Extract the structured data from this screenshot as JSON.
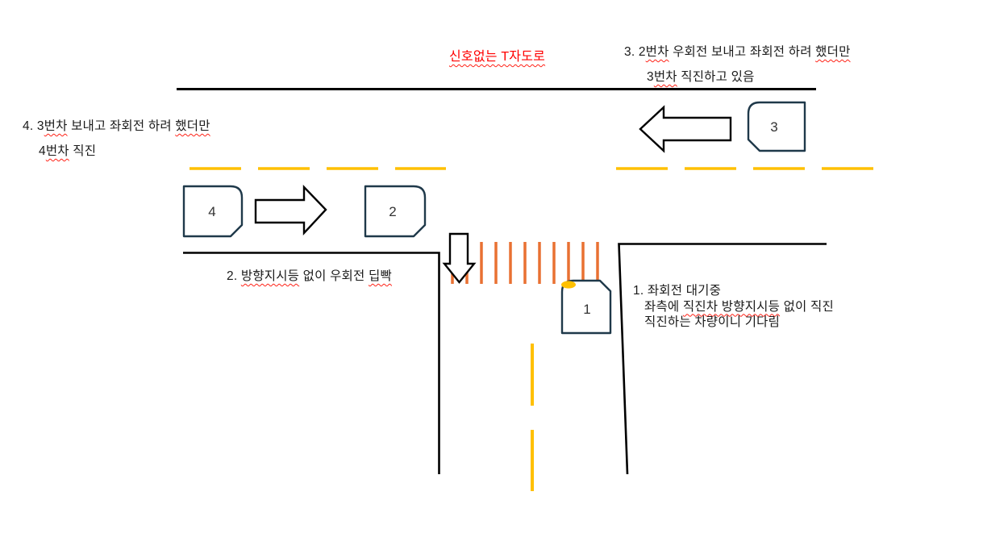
{
  "colors": {
    "road": "#000000",
    "lane": "#ffc000",
    "crosswalk": "#e97132",
    "car_outline": "#1f394a",
    "car_fill": "#ffffff",
    "signal": "#ffc000",
    "title_red": "#ff0000",
    "text": "#1a1a1a",
    "wavy": "#ff2116",
    "bg": "#ffffff"
  },
  "title": {
    "text": "신호없는 T자도로"
  },
  "cars": {
    "c1": "1",
    "c2": "2",
    "c3": "3",
    "c4": "4"
  },
  "notes": {
    "n1": {
      "lines": [
        {
          "segs": [
            {
              "t": "1. 좌회전 대기중"
            }
          ]
        },
        {
          "segs": [
            {
              "t": "좌측에 "
            },
            {
              "t": "직진차 방향지시등",
              "w": true
            },
            {
              "t": " 없이 직진"
            }
          ]
        },
        {
          "segs": [
            {
              "t": "직진하는 차량이니 기다림"
            }
          ]
        }
      ]
    },
    "n2": {
      "segs": [
        {
          "t": "2. "
        },
        {
          "t": "방향지시등",
          "w": true
        },
        {
          "t": " 없이 우회전 "
        },
        {
          "t": "딥빡",
          "w": true
        }
      ]
    },
    "n3": {
      "lines": [
        {
          "segs": [
            {
              "t": "3. 2"
            },
            {
              "t": "번차",
              "w": true
            },
            {
              "t": " 우회전 보내고 좌회전 하려 "
            },
            {
              "t": "했더만",
              "w": true
            }
          ]
        },
        {
          "segs": [
            {
              "t": "3"
            },
            {
              "t": "번차",
              "w": true
            },
            {
              "t": " 직진하고 있음"
            }
          ]
        }
      ]
    },
    "n4": {
      "lines": [
        {
          "segs": [
            {
              "t": "4. 3"
            },
            {
              "t": "번차",
              "w": true
            },
            {
              "t": " 보내고 좌회전 하려 "
            },
            {
              "t": "했더만",
              "w": true
            }
          ]
        },
        {
          "segs": [
            {
              "t": "4"
            },
            {
              "t": "번차",
              "w": true
            },
            {
              "t": " 직진"
            }
          ]
        }
      ]
    }
  }
}
